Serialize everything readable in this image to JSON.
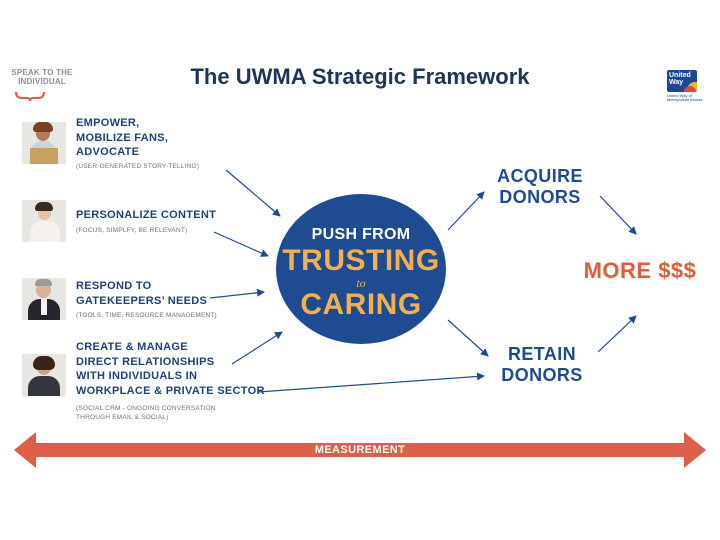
{
  "title": "The UWMA Strategic Framework",
  "speak_label": [
    "SPEAK TO THE",
    "INDIVIDUAL"
  ],
  "logo": {
    "name": [
      "United",
      "Way"
    ],
    "sub": [
      "United Way of",
      "Metropolitan Atlanta"
    ]
  },
  "items": [
    {
      "title": [
        "EMPOWER,",
        "MOBILIZE FANS,",
        "ADVOCATE"
      ],
      "sub": [
        "(USER-GENERATED STORY-TELLING)"
      ]
    },
    {
      "title": [
        "PERSONALIZE CONTENT"
      ],
      "sub": [
        "(FOCUS, SIMPLFY, BE RELEVANT)"
      ]
    },
    {
      "title": [
        "RESPOND TO",
        "GATEKEEPERS’ NEEDS"
      ],
      "sub": [
        "(TOOLS, TIME, RESOURCE MANAGEMENT)"
      ]
    },
    {
      "title": [
        "CREATE & MANAGE",
        "DIRECT RELATIONSHIPS",
        "WITH INDIVIDUALS IN",
        "WORKPLACE & PRIVATE SECTOR"
      ],
      "sub": [
        "(SOCIAL CRM - ONGOING CONVERSATION",
        "THROUGH EMAIL & SOCIAL)"
      ]
    }
  ],
  "center": {
    "line1": "PUSH FROM",
    "line2": "TRUSTING",
    "line3": "to",
    "line4": "CARING"
  },
  "acquire": [
    "ACQUIRE",
    "DONORS"
  ],
  "retain": [
    "RETAIN",
    "DONORS"
  ],
  "outcome": "MORE $$$",
  "measurement": "MEASUREMENT",
  "colors": {
    "navy": "#1e3556",
    "blue": "#1e4b92",
    "gold": "#f4b04a",
    "orange": "#e15b3d"
  }
}
